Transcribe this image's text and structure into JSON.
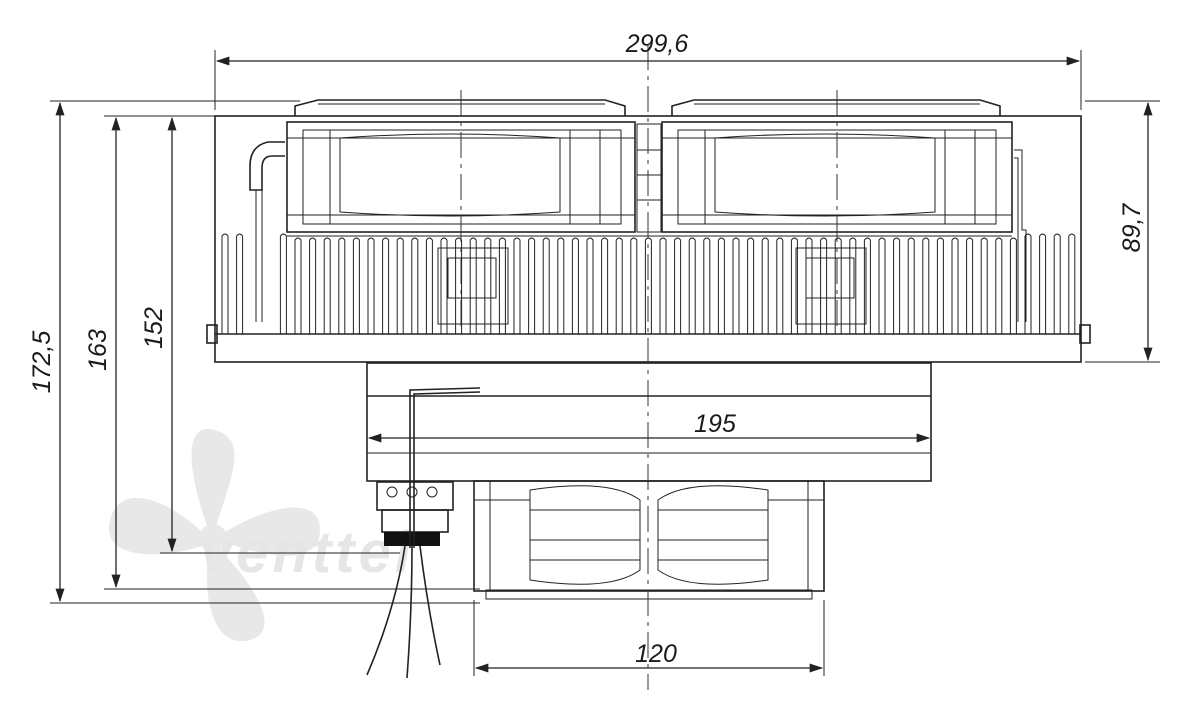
{
  "dimensions": {
    "overall_width": "299,6",
    "bottom_assembly_width": "195",
    "fan_width": "120",
    "overall_height": "172,5",
    "height_163": "163",
    "height_152": "152",
    "top_height": "89,7"
  },
  "watermark": {
    "brand": "venttel"
  },
  "colors": {
    "line": "#222222",
    "watermark_grey": "#e6e6e6",
    "watermark_blue": "#d6e6f5"
  }
}
